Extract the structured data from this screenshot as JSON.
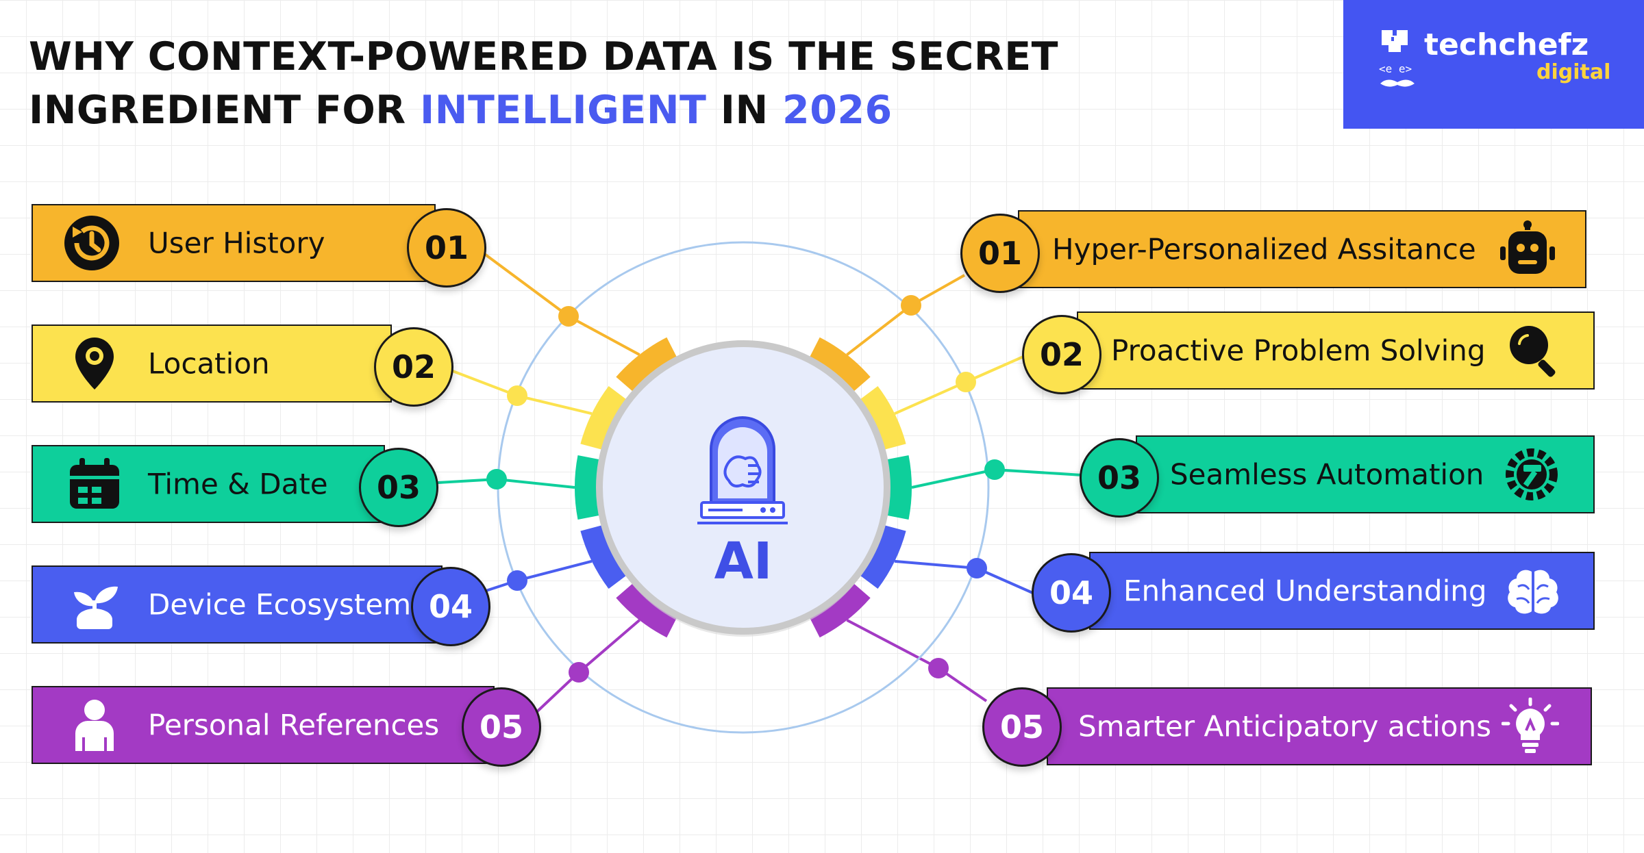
{
  "header": {
    "title_line1": "WHY CONTEXT-POWERED DATA IS THE SECRET",
    "title_line2_a": "INGREDIENT FOR ",
    "title_line2_b": "INTELLIGENT",
    "title_line2_c": " IN ",
    "title_line2_d": "2026"
  },
  "logo": {
    "name": "techchefz",
    "sub": "digital"
  },
  "center": {
    "label": "AI",
    "icon": "ai-server-icon"
  },
  "colors": {
    "orange": "#f7b52c",
    "yellow": "#fce24f",
    "green": "#0ecf9b",
    "blue": "#4a5ef0",
    "purple": "#a33ac4",
    "accent": "#4a5bf0",
    "logo_bg": "#4455f2"
  },
  "inputs": [
    {
      "num": "01",
      "label": "User History",
      "icon": "history-icon",
      "color": "orange"
    },
    {
      "num": "02",
      "label": "Location",
      "icon": "location-pin-icon",
      "color": "yellow"
    },
    {
      "num": "03",
      "label": "Time & Date",
      "icon": "calendar-icon",
      "color": "green"
    },
    {
      "num": "04",
      "label": "Device Ecosystem",
      "icon": "plant-icon",
      "color": "blue"
    },
    {
      "num": "05",
      "label": "Personal References",
      "icon": "person-icon",
      "color": "purple"
    }
  ],
  "outputs": [
    {
      "num": "01",
      "label": "Hyper-Personalized Assitance",
      "icon": "robot-icon",
      "color": "orange"
    },
    {
      "num": "02",
      "label": "Proactive Problem Solving",
      "icon": "magnifier-icon",
      "color": "yellow"
    },
    {
      "num": "03",
      "label": "Seamless Automation",
      "icon": "gear-hammer-icon",
      "color": "green"
    },
    {
      "num": "04",
      "label": "Enhanced Understanding",
      "icon": "brain-icon",
      "color": "blue"
    },
    {
      "num": "05",
      "label": "Smarter Anticipatory actions",
      "icon": "lightbulb-icon",
      "color": "purple"
    }
  ]
}
